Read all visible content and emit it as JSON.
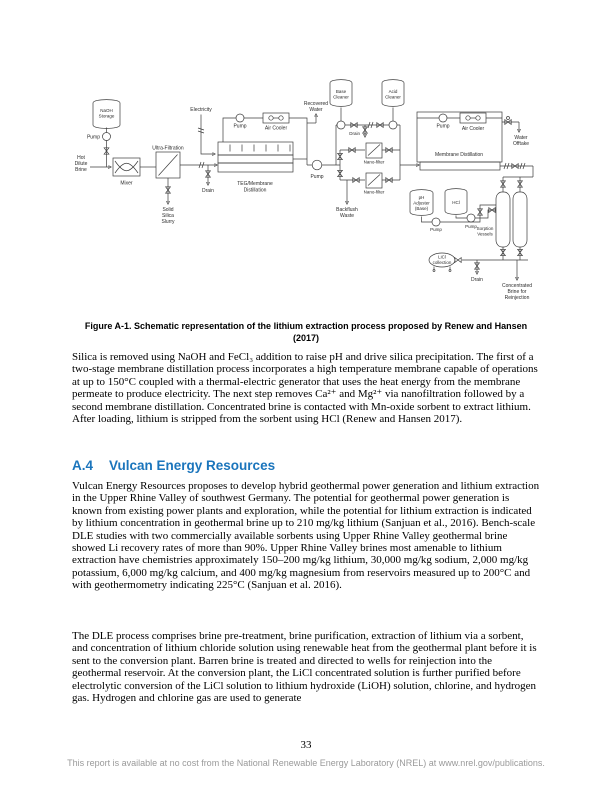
{
  "page": {
    "number": "33",
    "footer": "This report is available at no cost from the National Renewable Energy Laboratory (NREL) at www.nrel.gov/publications."
  },
  "figure": {
    "caption": "Figure A-1. Schematic representation of the lithium extraction process proposed by Renew and Hansen (2017)"
  },
  "section": {
    "number": "A.4",
    "title": "Vulcan Energy Resources",
    "accent_color": "#1B75BC"
  },
  "paragraphs": {
    "p1": "Silica is removed using NaOH and FeCl₃ addition to raise pH and drive silica precipitation. The first of a two-stage membrane distillation process incorporates a high temperature membrane capable of operations at up to 150°C coupled with a thermal-electric generator that uses the heat energy from the membrane permeate to produce electricity. The next step removes Ca²⁺ and Mg²⁺ via nanofiltration followed by a second membrane distillation. Concentrated brine is contacted with Mn-oxide sorbent to extract lithium. After loading, lithium is stripped from the sorbent using HCl (Renew and Hansen 2017).",
    "p2": "Vulcan Energy Resources proposes to develop hybrid geothermal power generation and lithium extraction in the Upper Rhine Valley of southwest Germany. The potential for geothermal power generation is known from existing power plants and exploration, while the potential for lithium extraction is indicated by lithium concentration in geothermal brine up to 210 mg/kg lithium (Sanjuan et al., 2016). Bench-scale DLE studies with two commercially available sorbents using Upper Rhine Valley geothermal brine showed Li recovery rates of more than 90%. Upper Rhine Valley brines most amenable to lithium extraction have chemistries approximately 150–200 mg/kg lithium, 30,000 mg/kg sodium, 2,000 mg/kg potassium, 6,000 mg/kg calcium, and 400 mg/kg magnesium from reservoirs measured up to 200°C and with geothermometry indicating 225°C (Sanjuan et al. 2016).",
    "p3": "The DLE process comprises brine pre-treatment, brine purification, extraction of lithium via a sorbent, and concentration of lithium chloride solution using renewable heat from the geothermal plant before it is sent to the conversion plant. Barren brine is treated and directed to wells for reinjection into the geothermal reservoir. At the conversion plant, the LiCl concentrated solution is further purified before electrolytic conversion of the LiCl solution to lithium hydroxide (LiOH) solution, chlorine, and hydrogen gas. Hydrogen and chlorine gas are used to generate"
  },
  "diagram": {
    "labels": {
      "naoh_storage": "NaOH\nStorage",
      "pump": "Pump",
      "hot_dilute_brine": "Hot\nDilute\nBrine",
      "mixer": "Mixer",
      "ultra_filtration": "Ultra-Filtration",
      "solid_silica_slurry": "Solid\nSilica\nSlurry",
      "electricity": "Electricity",
      "air_cooler": "Air Cooler",
      "teg_membrane_distillation": "TEG/Membrane\nDistillation",
      "drain": "Drain",
      "recovered_water": "Recovered\nWater",
      "base_cleaner": "Base\nCleaner",
      "acid_cleaner": "Acid\nCleaner",
      "nano_filter": "Nano-filter",
      "backflush_waste": "Backflush\nWaste",
      "membrane_distillation": "Membrane Distillation",
      "water_offtake": "Water\nOfftake",
      "ph_adjuster": "pH\nAdjuster\n(Base)",
      "hcl": "HCl",
      "sorption_vessels": "Sorption\nVessels",
      "licl_collection": "LiCl\ncollection",
      "concentrated_brine": "Concentrated\nBrine for\nReinjection"
    }
  }
}
